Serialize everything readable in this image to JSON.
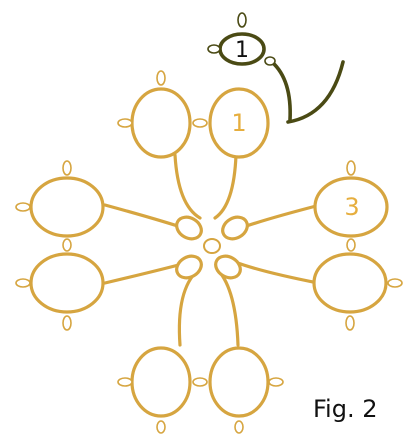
{
  "diagram": {
    "colors": {
      "thread_primary": "#d6a540",
      "thread_secondary": "#4a4a14",
      "ring_fill": "#ffffff"
    },
    "ring_labels": {
      "top_right_ring": "1",
      "right_upper_ring": "3",
      "new_ring": "1"
    },
    "figure_label": "Fig. 2"
  }
}
